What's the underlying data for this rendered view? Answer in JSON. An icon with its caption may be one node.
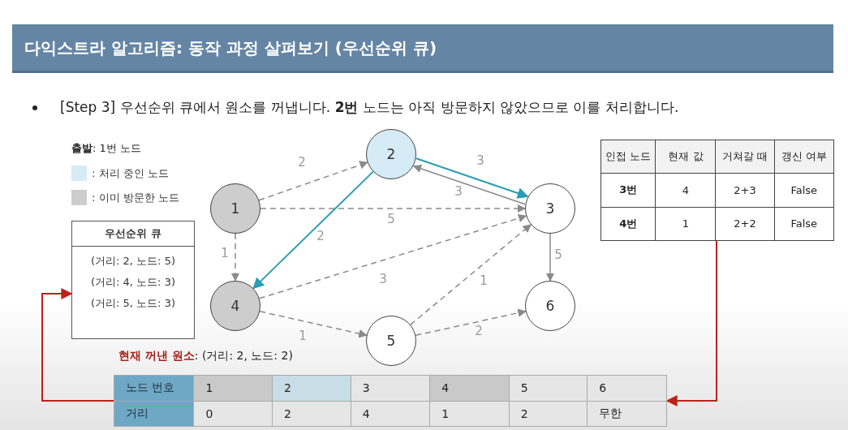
{
  "diagram": {
    "title": "다익스트라 알고리즘: 동작 과정 살펴보기 (우선순위 큐)",
    "nodes": [
      {
        "text": [
          "1"
        ]
      },
      {
        "text": [
          "2"
        ]
      },
      {
        "text": [
          "3"
        ]
      },
      {
        "text": [
          "4"
        ]
      },
      {
        "text": [
          "5"
        ]
      },
      {
        "text": [
          "6"
        ]
      },
      {
        "text": [
          "우선순위 큐",
          "(거리: 2, 노드: 5)",
          "(거리: 4, 노드: 3)",
          "(거리: 5, 노드: 3)"
        ]
      },
      {
        "text": [
          "인접 노드",
          "현재 값",
          "거쳐갈 때",
          "갱신 여부",
          "3번",
          "4",
          "2+3",
          "False",
          "4번",
          "1",
          "2+2",
          "False"
        ]
      },
      {
        "text": [
          "노드 번호",
          "1",
          "2",
          "3",
          "4",
          "5",
          "6",
          "거리",
          "0",
          "2",
          "4",
          "1",
          "2",
          "무한"
        ]
      }
    ],
    "edges": [
      {
        "from": 0,
        "to": 1,
        "arrow": "to",
        "label": "2",
        "style": "dashed"
      },
      {
        "from": 0,
        "to": 2,
        "arrow": "to",
        "label": "5",
        "style": "dashed"
      },
      {
        "from": 0,
        "to": 3,
        "arrow": "to",
        "label": "1",
        "style": "dashed"
      },
      {
        "from": 1,
        "to": 2,
        "arrow": "to",
        "label": "3",
        "color": "#2b9db3"
      },
      {
        "from": 2,
        "to": 1,
        "arrow": "to",
        "label": "3"
      },
      {
        "from": 1,
        "to": 3,
        "arrow": "to",
        "label": "2",
        "color": "#2b9db3"
      },
      {
        "from": 3,
        "to": 2,
        "arrow": "to",
        "label": "3",
        "style": "dashed"
      },
      {
        "from": 3,
        "to": 4,
        "arrow": "to",
        "label": "1",
        "style": "dashed"
      },
      {
        "from": 4,
        "to": 2,
        "arrow": "to",
        "label": "1",
        "style": "dashed"
      },
      {
        "from": 4,
        "to": 5,
        "arrow": "to",
        "label": "2",
        "style": "dashed"
      },
      {
        "from": 2,
        "to": 5,
        "arrow": "to",
        "label": "5"
      },
      {
        "from": 7,
        "to": 8,
        "arrow": "to",
        "color": "#c0201a"
      },
      {
        "from": 8,
        "to": 6,
        "arrow": "to",
        "color": "#c0201a"
      }
    ],
    "labels": [
      "[Step 3] 우선순위 큐에서 원소를 꺼냅니다. **2번** 노드는 아직 방문하지 않았으므로 이를 처리합니다.",
      "**출발**: 1번 노드",
      "**현재 꺼낸 원소**: (거리: 2, 노드: 2)"
    ],
    "legend": [
      {
        "text": ": 처리 중인 노드",
        "color": "#d5ebf5"
      },
      {
        "text": ": 이미 방문한 노드",
        "color": "#cdcdcd"
      }
    ]
  }
}
